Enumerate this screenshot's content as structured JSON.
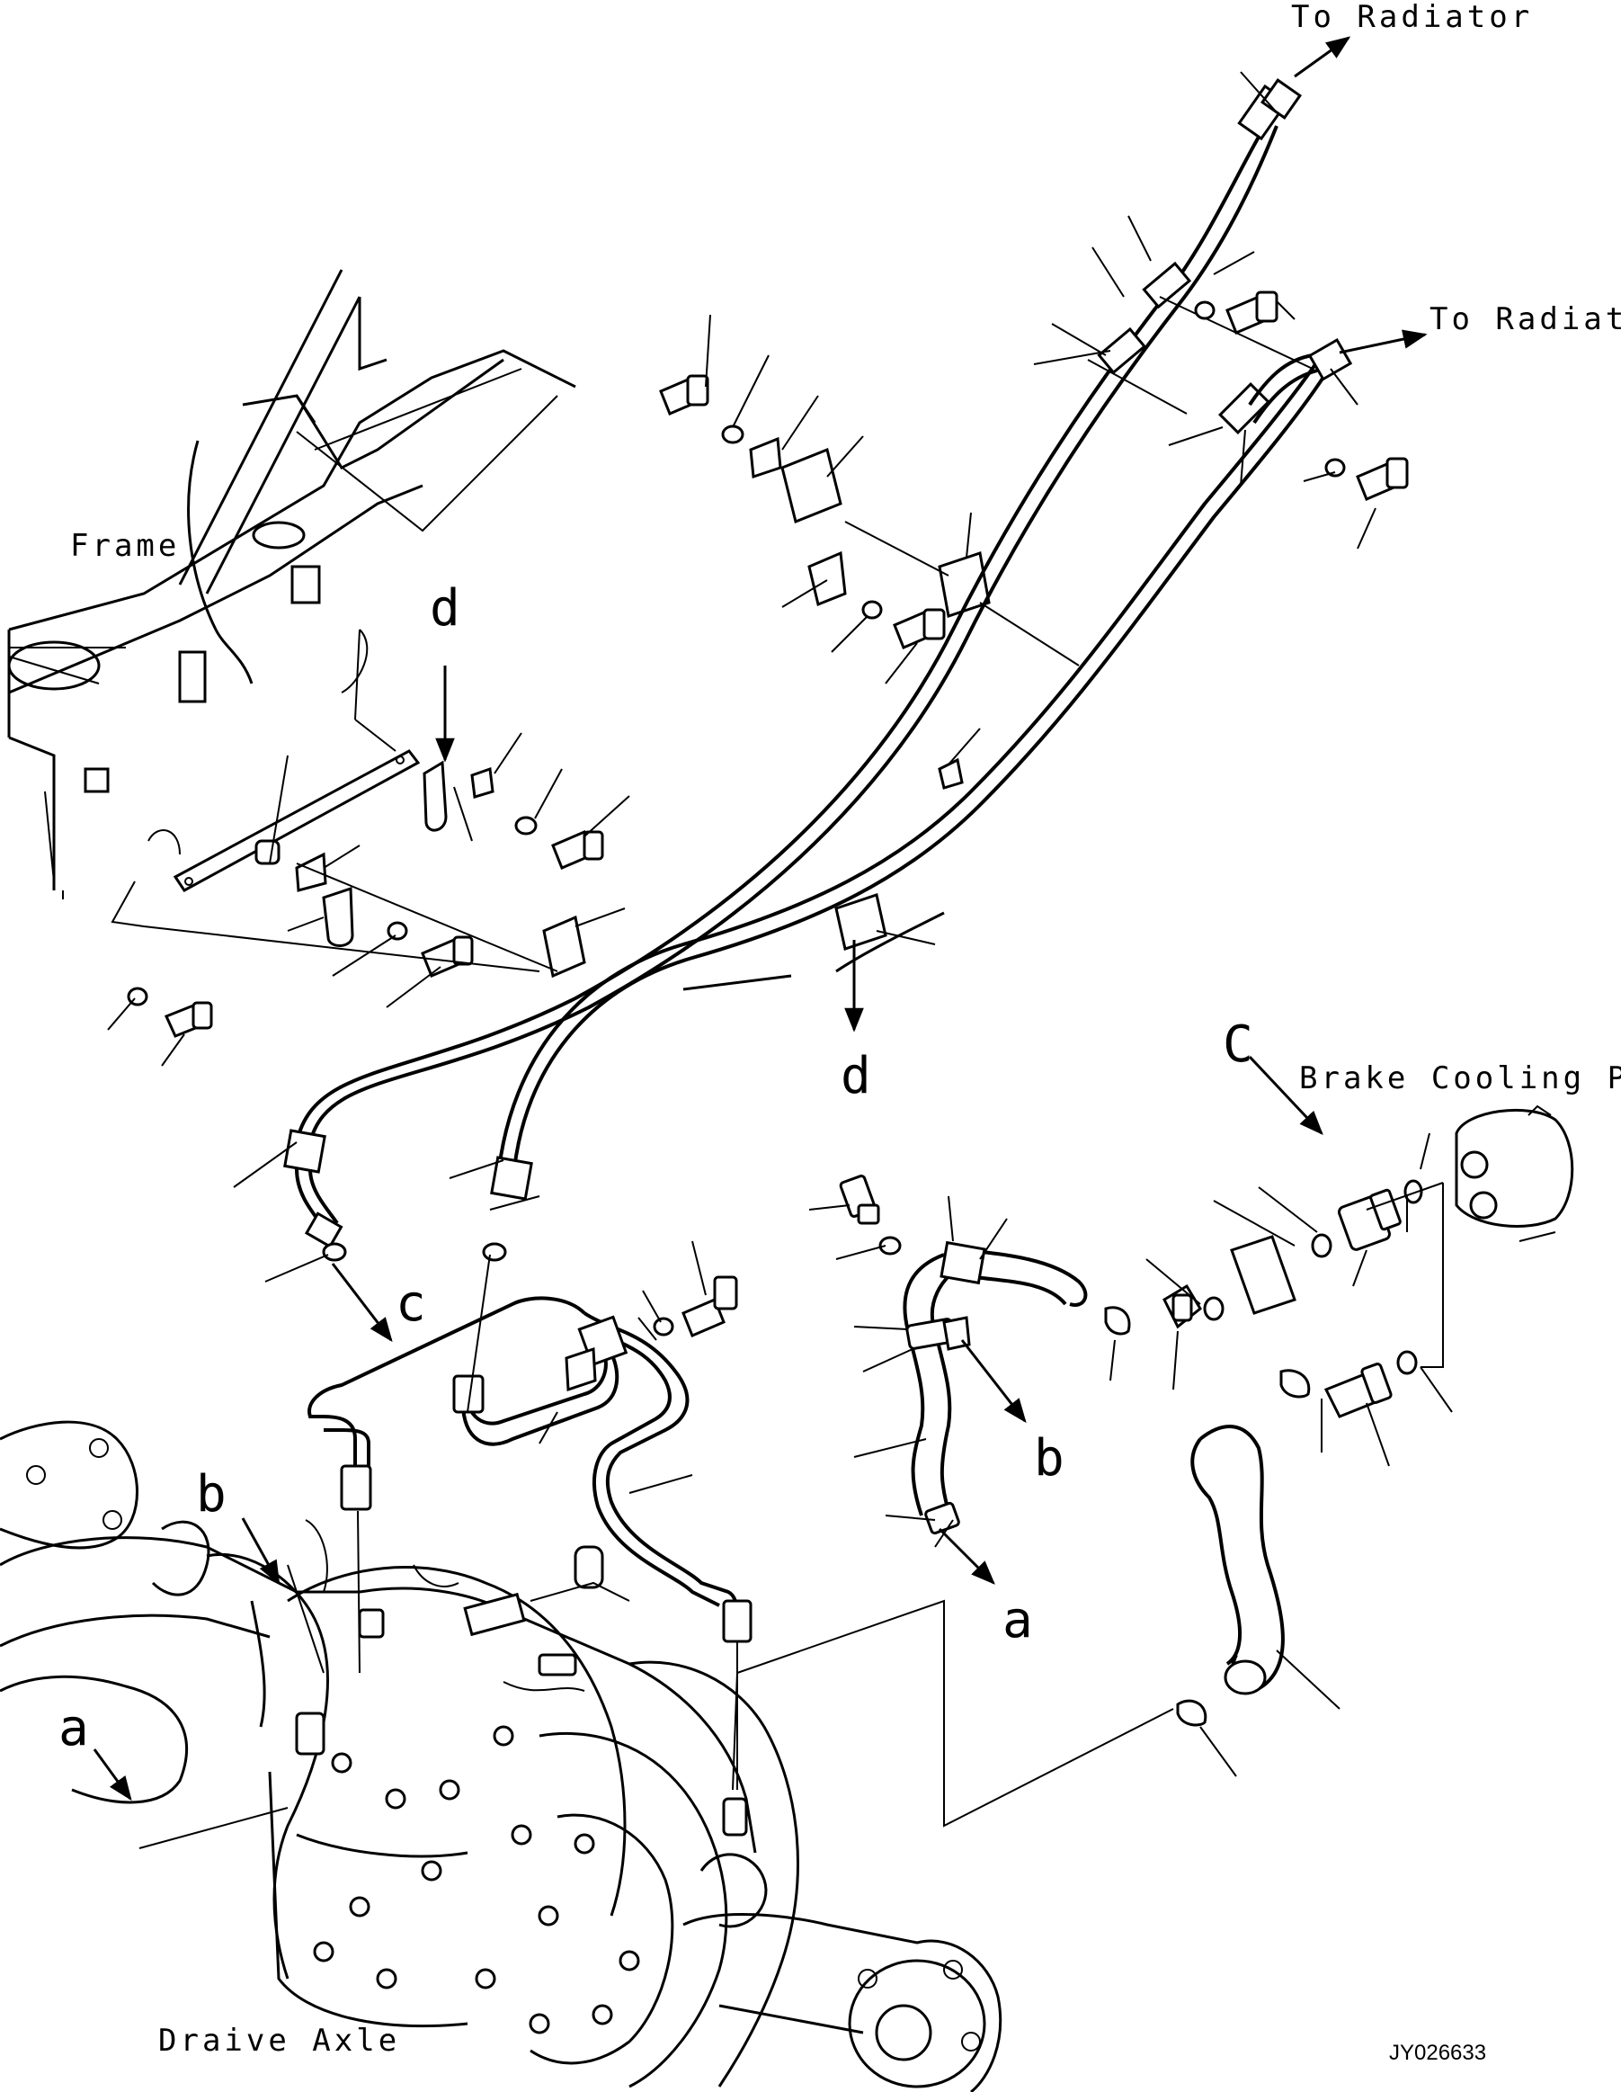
{
  "labels": {
    "to_radiator_top": "To Radiator",
    "to_radiator_right": "To Radiator",
    "frame": "Frame",
    "brake_cooling_pump": "Brake Cooling Pump",
    "drive_axle": "Draive Axle",
    "drawing_id": "JY026633"
  },
  "view_refs": {
    "d_upper": "d",
    "d_lower": "d",
    "c_lower": "c",
    "c_upper": "C",
    "b_right": "b",
    "b_left": "b",
    "a_right": "a",
    "a_left": "a"
  }
}
